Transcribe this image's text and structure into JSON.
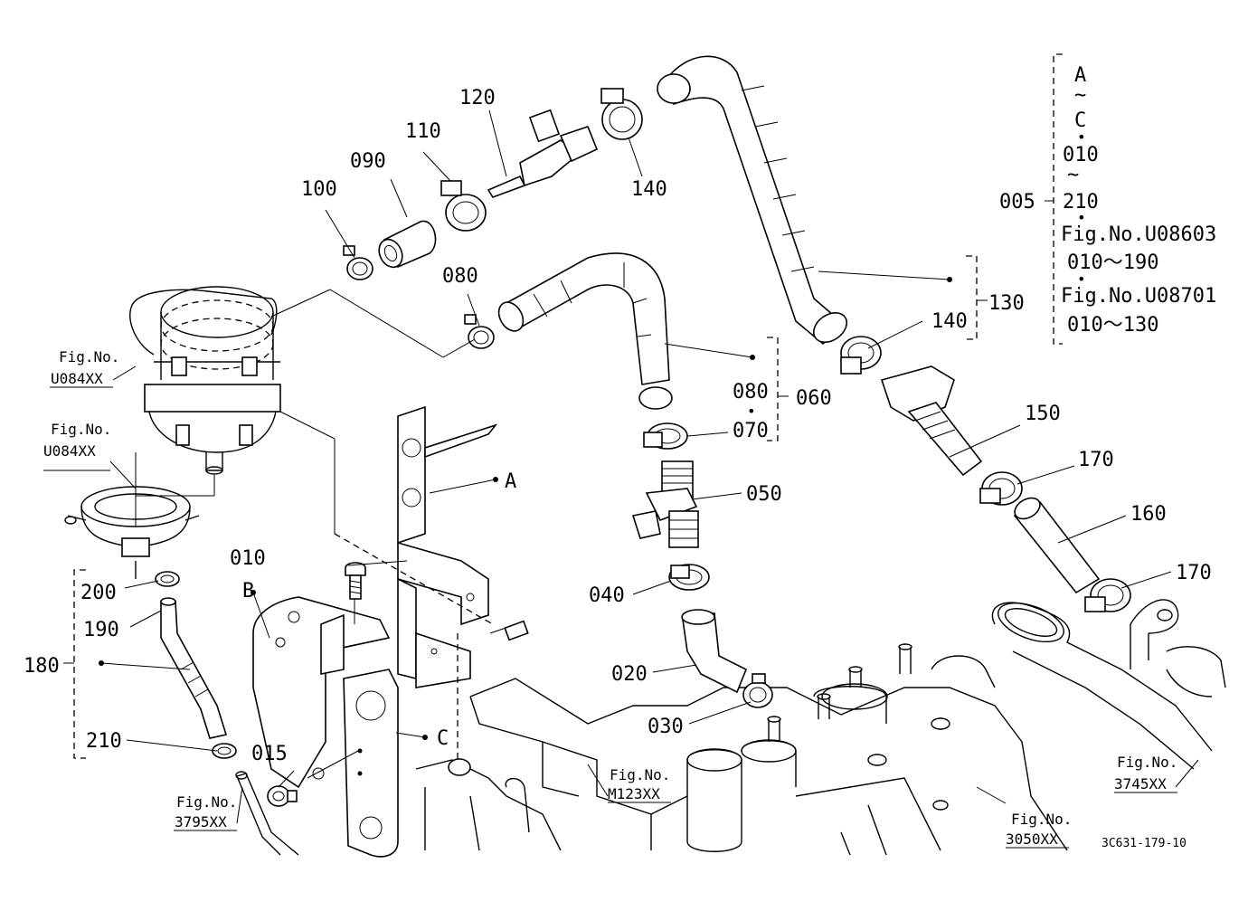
{
  "parts": {
    "p005": "005",
    "p010": "010",
    "p015": "015",
    "p020": "020",
    "p030": "030",
    "p040": "040",
    "p050": "050",
    "p060": "060",
    "p070": "070",
    "p080a": "080",
    "p080b": "080",
    "p090": "090",
    "p100": "100",
    "p110": "110",
    "p120": "120",
    "p130": "130",
    "p140a": "140",
    "p140b": "140",
    "p150": "150",
    "p160": "160",
    "p170a": "170",
    "p170b": "170",
    "p180": "180",
    "p190": "190",
    "p200": "200",
    "p210": "210"
  },
  "letters": {
    "a": "A",
    "b": "B",
    "c": "C"
  },
  "figrefs": {
    "u084_1": {
      "line1": "Fig.No.",
      "line2": "U084XX"
    },
    "u084_2": {
      "line1": "Fig.No.",
      "line2": "U084XX"
    },
    "f3795": {
      "line1": "Fig.No.",
      "line2": "3795XX"
    },
    "m123": {
      "line1": "Fig.No.",
      "line2": "M123XX"
    },
    "f3050": {
      "line1": "Fig.No.",
      "line2": "3050XX"
    },
    "f3745": {
      "line1": "Fig.No.",
      "line2": "3745XX"
    }
  },
  "kit_list": {
    "l1": "A",
    "l2": "~",
    "l3": "C",
    "l4": "•",
    "l5": "010",
    "l6": "~",
    "l7": "210",
    "l8": "•",
    "l9": "Fig.No.U08603",
    "l10": "010～190",
    "l11": "•",
    "l12": "Fig.No.U08701",
    "l13": "010～130"
  },
  "sub_dot": "•",
  "drawing_code": "3C631-179-10"
}
